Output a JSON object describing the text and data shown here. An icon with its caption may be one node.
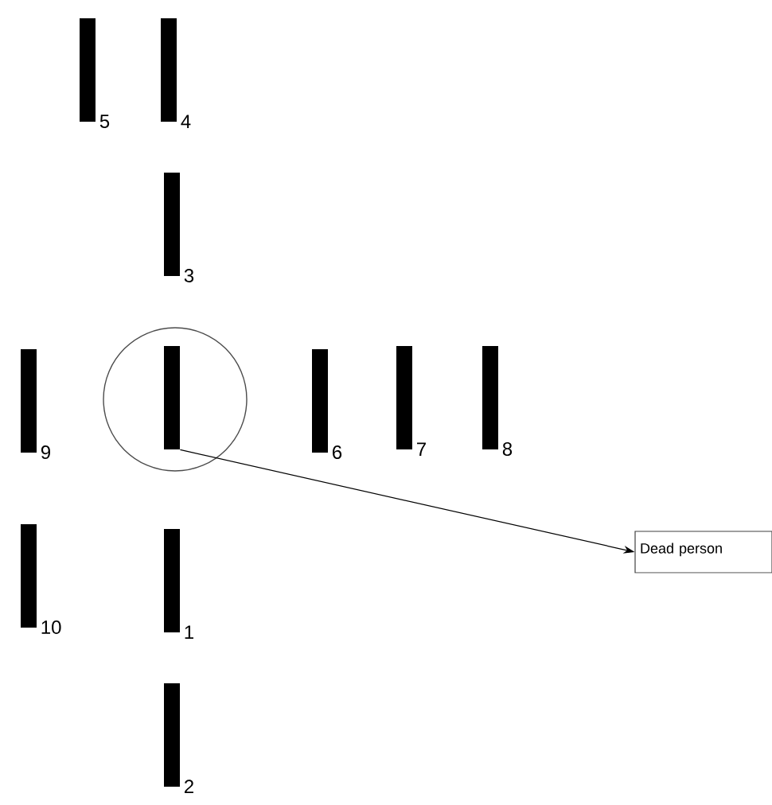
{
  "diagram": {
    "nodes": [
      {
        "text": [],
        "shape": "bar",
        "beside": [
          "5"
        ]
      },
      {
        "text": [],
        "shape": "bar",
        "beside": [
          "4"
        ]
      },
      {
        "text": [],
        "shape": "bar",
        "beside": [
          "3"
        ]
      },
      {
        "text": [],
        "shape": "bar",
        "beside": [
          "9"
        ]
      },
      {
        "text": [],
        "shape": "circle"
      },
      {
        "text": [],
        "shape": "bar",
        "in": 4
      },
      {
        "text": [],
        "shape": "bar",
        "beside": [
          "6"
        ]
      },
      {
        "text": [],
        "shape": "bar",
        "beside": [
          "7"
        ]
      },
      {
        "text": [],
        "shape": "bar",
        "beside": [
          "8"
        ]
      },
      {
        "text": [
          "Dead person"
        ]
      },
      {
        "text": [],
        "shape": "bar",
        "beside": [
          "10"
        ]
      },
      {
        "text": [],
        "shape": "bar",
        "beside": [
          "1"
        ]
      },
      {
        "text": [],
        "shape": "bar",
        "beside": [
          "2"
        ]
      }
    ],
    "edges": [
      {
        "from": 5,
        "to": 9,
        "arrow": "to"
      }
    ]
  }
}
